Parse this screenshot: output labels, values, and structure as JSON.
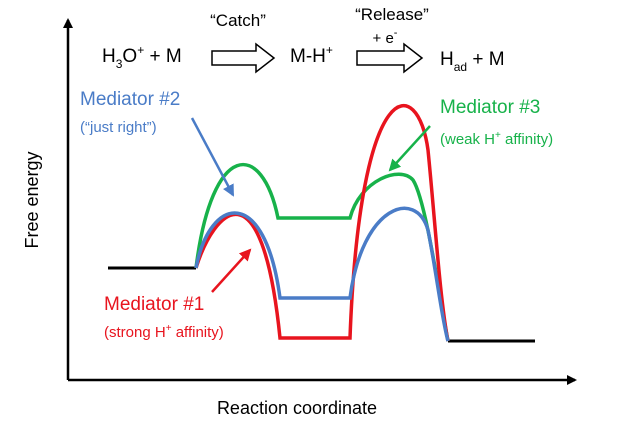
{
  "axes": {
    "y_label": "Free energy",
    "x_label": "Reaction coordinate"
  },
  "scheme": {
    "reactant_main": "H",
    "reactant_sub": "3",
    "reactant_o": "O",
    "reactant_sup": "+",
    "reactant_rest": " + M",
    "step1_label": "“Catch”",
    "intermediate_main": "M-H",
    "intermediate_sup": "+",
    "step2_label": "“Release”",
    "step2_sub_label_pre": "+ e",
    "step2_sub_label_sup": "-",
    "product_main": "H",
    "product_sub": "ad",
    "product_rest": " + M"
  },
  "mediators": [
    {
      "name": "Mediator #1",
      "note_pre": "(strong H",
      "note_sup": "+",
      "note_post": " affinity)",
      "color": "#e8141e"
    },
    {
      "name": "Mediator #2",
      "note": "(“just right”)",
      "color": "#4a7cc7"
    },
    {
      "name": "Mediator #3",
      "note_pre": "(weak H",
      "note_sup": "+",
      "note_post": " affinity)",
      "color": "#17b24a"
    }
  ],
  "colors": {
    "axis": "#000000",
    "baseline": "#000000"
  }
}
